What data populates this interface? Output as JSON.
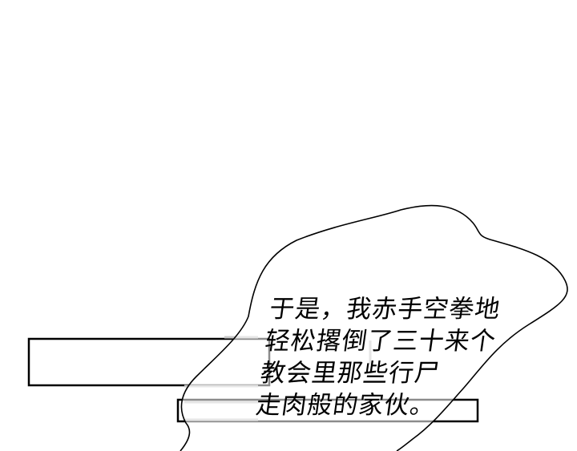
{
  "caption": {
    "lines": [
      "于是，我赤手空拳地",
      "轻松撂倒了三十来个",
      "教会里那些行尸",
      "走肉般的家伙。"
    ]
  },
  "colors": {
    "ink": "#000000",
    "faded": "#c8c8c8",
    "paper": "#ffffff"
  }
}
